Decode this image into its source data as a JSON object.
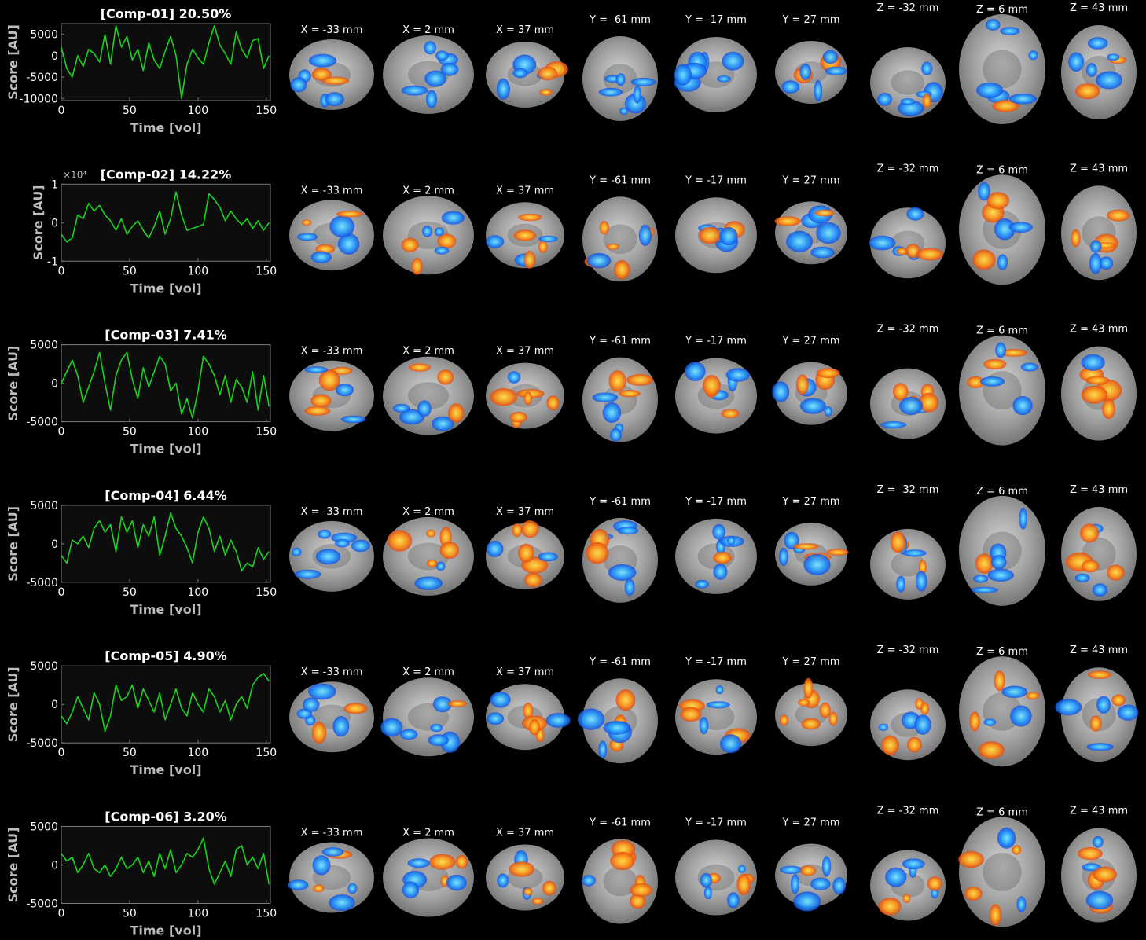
{
  "colors": {
    "background": "#000000",
    "plot_background": "#0d0d0d",
    "axis": "#7a7a7a",
    "trace": "#19d31e",
    "label_text": "#bdbdbd",
    "positive_map": "#ffb000",
    "negative_map": "#1e90ff"
  },
  "slice_labels": [
    "X = -33 mm",
    "X = 2 mm",
    "X = 37 mm",
    "Y = -61 mm",
    "Y = -17 mm",
    "Y = 27 mm",
    "Z = -32 mm",
    "Z = 6 mm",
    "Z = 43 mm"
  ],
  "chart_data": [
    {
      "type": "line",
      "title": "[Comp-01] 20.50%",
      "xlabel": "Time [vol]",
      "ylabel": "Score [AU]",
      "xlim": [
        0,
        153
      ],
      "ylim": [
        -10500,
        7500
      ],
      "xticks": [
        0,
        50,
        100,
        150
      ],
      "yticks": [
        5000,
        0,
        -5000,
        -10000
      ],
      "ytick_labels": [
        "5000",
        "0",
        "-5000",
        "-10000"
      ],
      "exponent_label": "",
      "grid": false,
      "series": [
        {
          "x": [
            0,
            4,
            8,
            12,
            16,
            20,
            24,
            28,
            32,
            36,
            40,
            44,
            48,
            52,
            56,
            60,
            64,
            68,
            72,
            76,
            80,
            84,
            88,
            92,
            96,
            100,
            104,
            108,
            112,
            116,
            120,
            124,
            128,
            132,
            136,
            140,
            144,
            148,
            152
          ],
          "values": [
            2000,
            -3000,
            -5000,
            0,
            -2500,
            1500,
            500,
            -1500,
            5000,
            -2000,
            7000,
            2000,
            4500,
            -1000,
            1500,
            -3500,
            3000,
            -1000,
            -3000,
            1000,
            4500,
            0,
            -10000,
            -2000,
            1500,
            -500,
            -2000,
            3000,
            7000,
            2500,
            500,
            -2000,
            5500,
            1500,
            -500,
            3500,
            4000,
            -3000,
            0
          ]
        }
      ]
    },
    {
      "type": "line",
      "title": "[Comp-02] 14.22%",
      "xlabel": "Time [vol]",
      "ylabel": "Score [AU]",
      "xlim": [
        0,
        153
      ],
      "ylim": [
        -1,
        1
      ],
      "xticks": [
        0,
        50,
        100,
        150
      ],
      "yticks": [
        1,
        0,
        -1
      ],
      "ytick_labels": [
        "1",
        "0",
        "-1"
      ],
      "exponent_label": "×10⁴",
      "grid": false,
      "series": [
        {
          "x": [
            0,
            4,
            8,
            12,
            16,
            20,
            24,
            28,
            32,
            36,
            40,
            44,
            48,
            52,
            56,
            60,
            64,
            68,
            72,
            76,
            80,
            84,
            88,
            92,
            96,
            100,
            104,
            108,
            112,
            116,
            120,
            124,
            128,
            132,
            136,
            140,
            144,
            148,
            152
          ],
          "values": [
            -0.3,
            -0.5,
            -0.4,
            0.2,
            0.1,
            0.5,
            0.3,
            0.45,
            0.2,
            0.05,
            -0.2,
            0.1,
            -0.3,
            -0.1,
            0.05,
            -0.2,
            -0.4,
            -0.1,
            0.3,
            -0.3,
            0.1,
            0.8,
            0.2,
            -0.2,
            -0.15,
            -0.1,
            -0.05,
            0.75,
            0.6,
            0.4,
            0.05,
            0.3,
            0.1,
            -0.05,
            0.1,
            -0.15,
            0.05,
            -0.2,
            0.0
          ]
        }
      ]
    },
    {
      "type": "line",
      "title": "[Comp-03] 7.41%",
      "xlabel": "Time [vol]",
      "ylabel": "Score [AU]",
      "xlim": [
        0,
        153
      ],
      "ylim": [
        -5000,
        5000
      ],
      "xticks": [
        0,
        50,
        100,
        150
      ],
      "yticks": [
        5000,
        0,
        -5000
      ],
      "ytick_labels": [
        "5000",
        "0",
        "-5000"
      ],
      "exponent_label": "",
      "grid": false,
      "series": [
        {
          "x": [
            0,
            4,
            8,
            12,
            16,
            20,
            24,
            28,
            32,
            36,
            40,
            44,
            48,
            52,
            56,
            60,
            64,
            68,
            72,
            76,
            80,
            84,
            88,
            92,
            96,
            100,
            104,
            108,
            112,
            116,
            120,
            124,
            128,
            132,
            136,
            140,
            144,
            148,
            152
          ],
          "values": [
            0,
            1500,
            3000,
            1000,
            -2500,
            -500,
            1500,
            4000,
            0,
            -3500,
            1000,
            3000,
            4000,
            500,
            -2000,
            2000,
            -500,
            1500,
            3500,
            2500,
            -1000,
            0,
            -4000,
            -2000,
            -4500,
            -1000,
            3500,
            2500,
            1000,
            -1500,
            1000,
            -2500,
            500,
            -500,
            -2500,
            1500,
            -3500,
            1000,
            -3000
          ]
        }
      ]
    },
    {
      "type": "line",
      "title": "[Comp-04] 6.44%",
      "xlabel": "Time [vol]",
      "ylabel": "Score [AU]",
      "xlim": [
        0,
        153
      ],
      "ylim": [
        -5000,
        5000
      ],
      "xticks": [
        0,
        50,
        100,
        150
      ],
      "yticks": [
        5000,
        0,
        -5000
      ],
      "ytick_labels": [
        "5000",
        "0",
        "-5000"
      ],
      "exponent_label": "",
      "grid": false,
      "series": [
        {
          "x": [
            0,
            4,
            8,
            12,
            16,
            20,
            24,
            28,
            32,
            36,
            40,
            44,
            48,
            52,
            56,
            60,
            64,
            68,
            72,
            76,
            80,
            84,
            88,
            92,
            96,
            100,
            104,
            108,
            112,
            116,
            120,
            124,
            128,
            132,
            136,
            140,
            144,
            148,
            152
          ],
          "values": [
            -1500,
            -2500,
            500,
            0,
            1000,
            -500,
            2000,
            3000,
            1500,
            2500,
            -1000,
            3500,
            1500,
            3000,
            -500,
            2500,
            1000,
            3500,
            -1500,
            1000,
            4000,
            2000,
            1000,
            -500,
            -2500,
            1500,
            3500,
            2000,
            -1000,
            1000,
            -1500,
            500,
            -1000,
            -3500,
            -2500,
            -3000,
            -500,
            -2000,
            -1000
          ]
        }
      ]
    },
    {
      "type": "line",
      "title": "[Comp-05] 4.90%",
      "xlabel": "Time [vol]",
      "ylabel": "Score [AU]",
      "xlim": [
        0,
        153
      ],
      "ylim": [
        -5000,
        5000
      ],
      "xticks": [
        0,
        50,
        100,
        150
      ],
      "yticks": [
        5000,
        0,
        -5000
      ],
      "ytick_labels": [
        "5000",
        "0",
        "-5000"
      ],
      "exponent_label": "",
      "grid": false,
      "series": [
        {
          "x": [
            0,
            4,
            8,
            12,
            16,
            20,
            24,
            28,
            32,
            36,
            40,
            44,
            48,
            52,
            56,
            60,
            64,
            68,
            72,
            76,
            80,
            84,
            88,
            92,
            96,
            100,
            104,
            108,
            112,
            116,
            120,
            124,
            128,
            132,
            136,
            140,
            144,
            148,
            152
          ],
          "values": [
            -1500,
            -2500,
            -1000,
            1000,
            -500,
            -2000,
            1500,
            0,
            -3500,
            -1500,
            2500,
            500,
            1000,
            2500,
            -500,
            2000,
            500,
            -1000,
            1500,
            -2000,
            0,
            2000,
            -500,
            -1500,
            1500,
            0,
            -1000,
            2000,
            1000,
            -1000,
            500,
            -2000,
            0,
            1000,
            -500,
            2500,
            3500,
            4000,
            3000
          ]
        }
      ]
    },
    {
      "type": "line",
      "title": "[Comp-06] 3.20%",
      "xlabel": "Time [vol]",
      "ylabel": "Score [AU]",
      "xlim": [
        0,
        153
      ],
      "ylim": [
        -5000,
        5000
      ],
      "xticks": [
        0,
        50,
        100,
        150
      ],
      "yticks": [
        5000,
        0,
        -5000
      ],
      "ytick_labels": [
        "5000",
        "0",
        "-5000"
      ],
      "exponent_label": "",
      "grid": false,
      "series": [
        {
          "x": [
            0,
            4,
            8,
            12,
            16,
            20,
            24,
            28,
            32,
            36,
            40,
            44,
            48,
            52,
            56,
            60,
            64,
            68,
            72,
            76,
            80,
            84,
            88,
            92,
            96,
            100,
            104,
            108,
            112,
            116,
            120,
            124,
            128,
            132,
            136,
            140,
            144,
            148,
            152
          ],
          "values": [
            1500,
            500,
            1000,
            -1000,
            0,
            1500,
            -500,
            -1000,
            0,
            -1500,
            -500,
            1000,
            -500,
            0,
            1000,
            -1000,
            500,
            -1500,
            1500,
            -500,
            2000,
            -1000,
            0,
            1500,
            1000,
            2000,
            3500,
            -500,
            -2500,
            -1000,
            500,
            -1500,
            2000,
            2500,
            0,
            1000,
            -500,
            1500,
            -2500
          ]
        }
      ]
    }
  ]
}
